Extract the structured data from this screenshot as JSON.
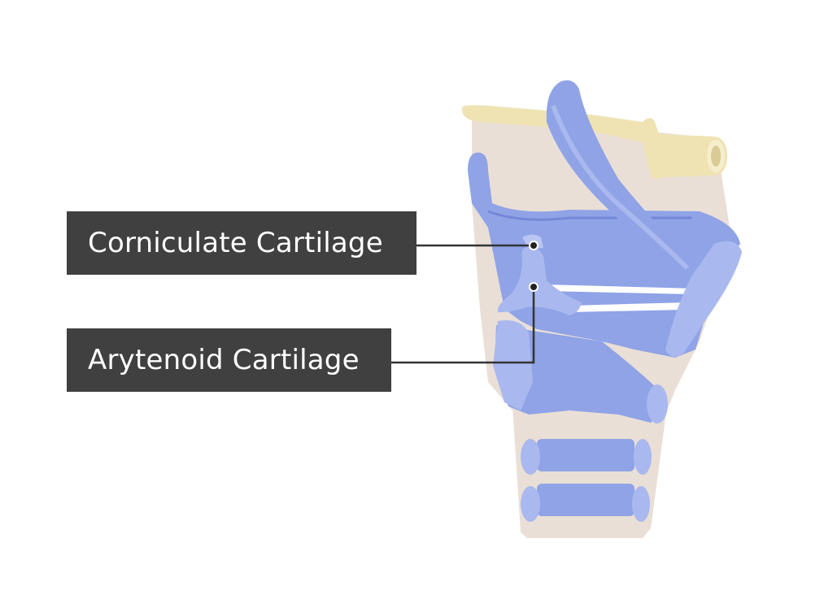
{
  "labels": [
    {
      "id": "corniculate",
      "text": "Corniculate Cartilage"
    },
    {
      "id": "arytenoid",
      "text": "Arytenoid Cartilage"
    }
  ],
  "colors": {
    "cartilage_blue": "#8fa3e6",
    "cartilage_blue_dark": "#7387d6",
    "cartilage_blue_light": "#a9b9ef",
    "bone_yellow": "#efe3b4",
    "tissue_beige": "#eadfd6",
    "label_background": "#404040",
    "label_text": "#ffffff",
    "leader_line": "#333333",
    "ligament": "#ffffff"
  }
}
